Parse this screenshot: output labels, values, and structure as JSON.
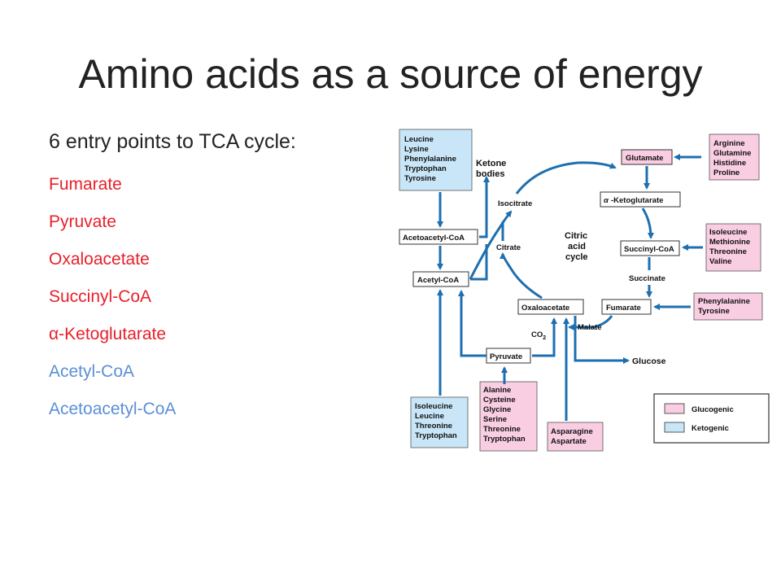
{
  "slide": {
    "title": "Amino acids as a source of energy",
    "intro": "6 entry points to TCA cycle:",
    "entry_points": [
      {
        "label": "Fumarate",
        "color": "#e8202a"
      },
      {
        "label": "Pyruvate",
        "color": "#e8202a"
      },
      {
        "label": "Oxaloacetate",
        "color": "#e8202a"
      },
      {
        "label": "Succinyl-CoA",
        "color": "#e8202a"
      },
      {
        "label": "α-Ketoglutarate",
        "color": "#e8202a"
      },
      {
        "label": "Acetyl-CoA",
        "color": "#5b8fd6"
      },
      {
        "label": "Acetoacetyl-CoA",
        "color": "#5b8fd6"
      }
    ]
  },
  "diagram": {
    "colors": {
      "glucogenic": "#f9cde2",
      "ketogenic": "#c8e6f8",
      "arrow": "#1d6fb0"
    },
    "ketogenic_top": [
      "Leucine",
      "Lysine",
      "Phenylalanine",
      "Tryptophan",
      "Tyrosine"
    ],
    "ketone_bodies": [
      "Ketone",
      "bodies"
    ],
    "glucogenic_arg": [
      "Arginine",
      "Glutamine",
      "Histidine",
      "Proline"
    ],
    "glutamate": "Glutamate",
    "isocitrate": "Isocitrate",
    "ketoglutarate": "-Ketoglutarate",
    "alpha": "α",
    "acetoacetyl_coa": "Acetoacetyl-CoA",
    "citrate": "Citrate",
    "cycle_label": [
      "Citric",
      "acid",
      "cycle"
    ],
    "succinyl_coa": "Succinyl-CoA",
    "glucogenic_ile": [
      "Isoleucine",
      "Methionine",
      "Threonine",
      "Valine"
    ],
    "acetyl_coa": "Acetyl-CoA",
    "succinate": "Succinate",
    "oxaloacetate": "Oxaloacetate",
    "fumarate": "Fumarate",
    "glucogenic_phe": [
      "Phenylalanine",
      "Tyrosine"
    ],
    "co2": "CO",
    "co2_sub": "2",
    "malate": "Malate",
    "pyruvate": "Pyruvate",
    "glucose": "Glucose",
    "ketogenic_bottom": [
      "Isoleucine",
      "Leucine",
      "Threonine",
      "Tryptophan"
    ],
    "glucogenic_ala": [
      "Alanine",
      "Cysteine",
      "Glycine",
      "Serine",
      "Threonine",
      "Tryptophan"
    ],
    "glucogenic_asn": [
      "Asparagine",
      "Aspartate"
    ],
    "legend": {
      "glucogenic": "Glucogenic",
      "ketogenic": "Ketogenic"
    }
  }
}
